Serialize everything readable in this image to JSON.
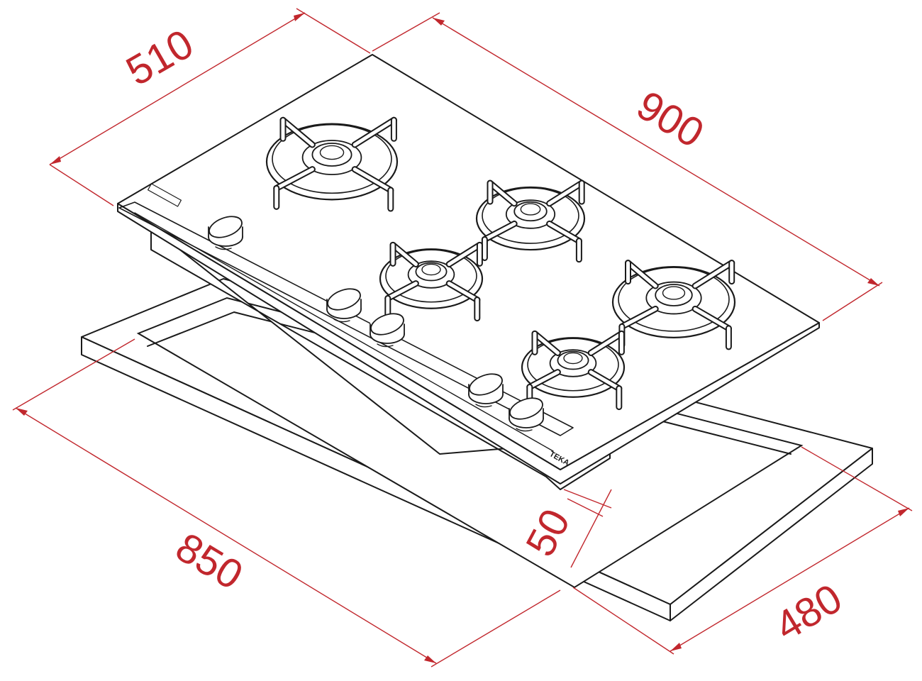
{
  "figure": {
    "subject": "Gas hob with five burners, shown above its countertop cut-out",
    "colors": {
      "line": "#1a1a1a",
      "dimension": "#c1272d",
      "background": "#ffffff"
    },
    "dimensions": {
      "hob_depth": "510",
      "hob_width": "900",
      "hob_height": "50",
      "cutout_width": "850",
      "cutout_depth": "480"
    },
    "burners": [
      {
        "name": "large-wok-burner"
      },
      {
        "name": "rear-right-burner"
      },
      {
        "name": "middle-burner"
      },
      {
        "name": "front-right-burner"
      },
      {
        "name": "front-small-burner"
      }
    ],
    "knobs_count": 5
  }
}
